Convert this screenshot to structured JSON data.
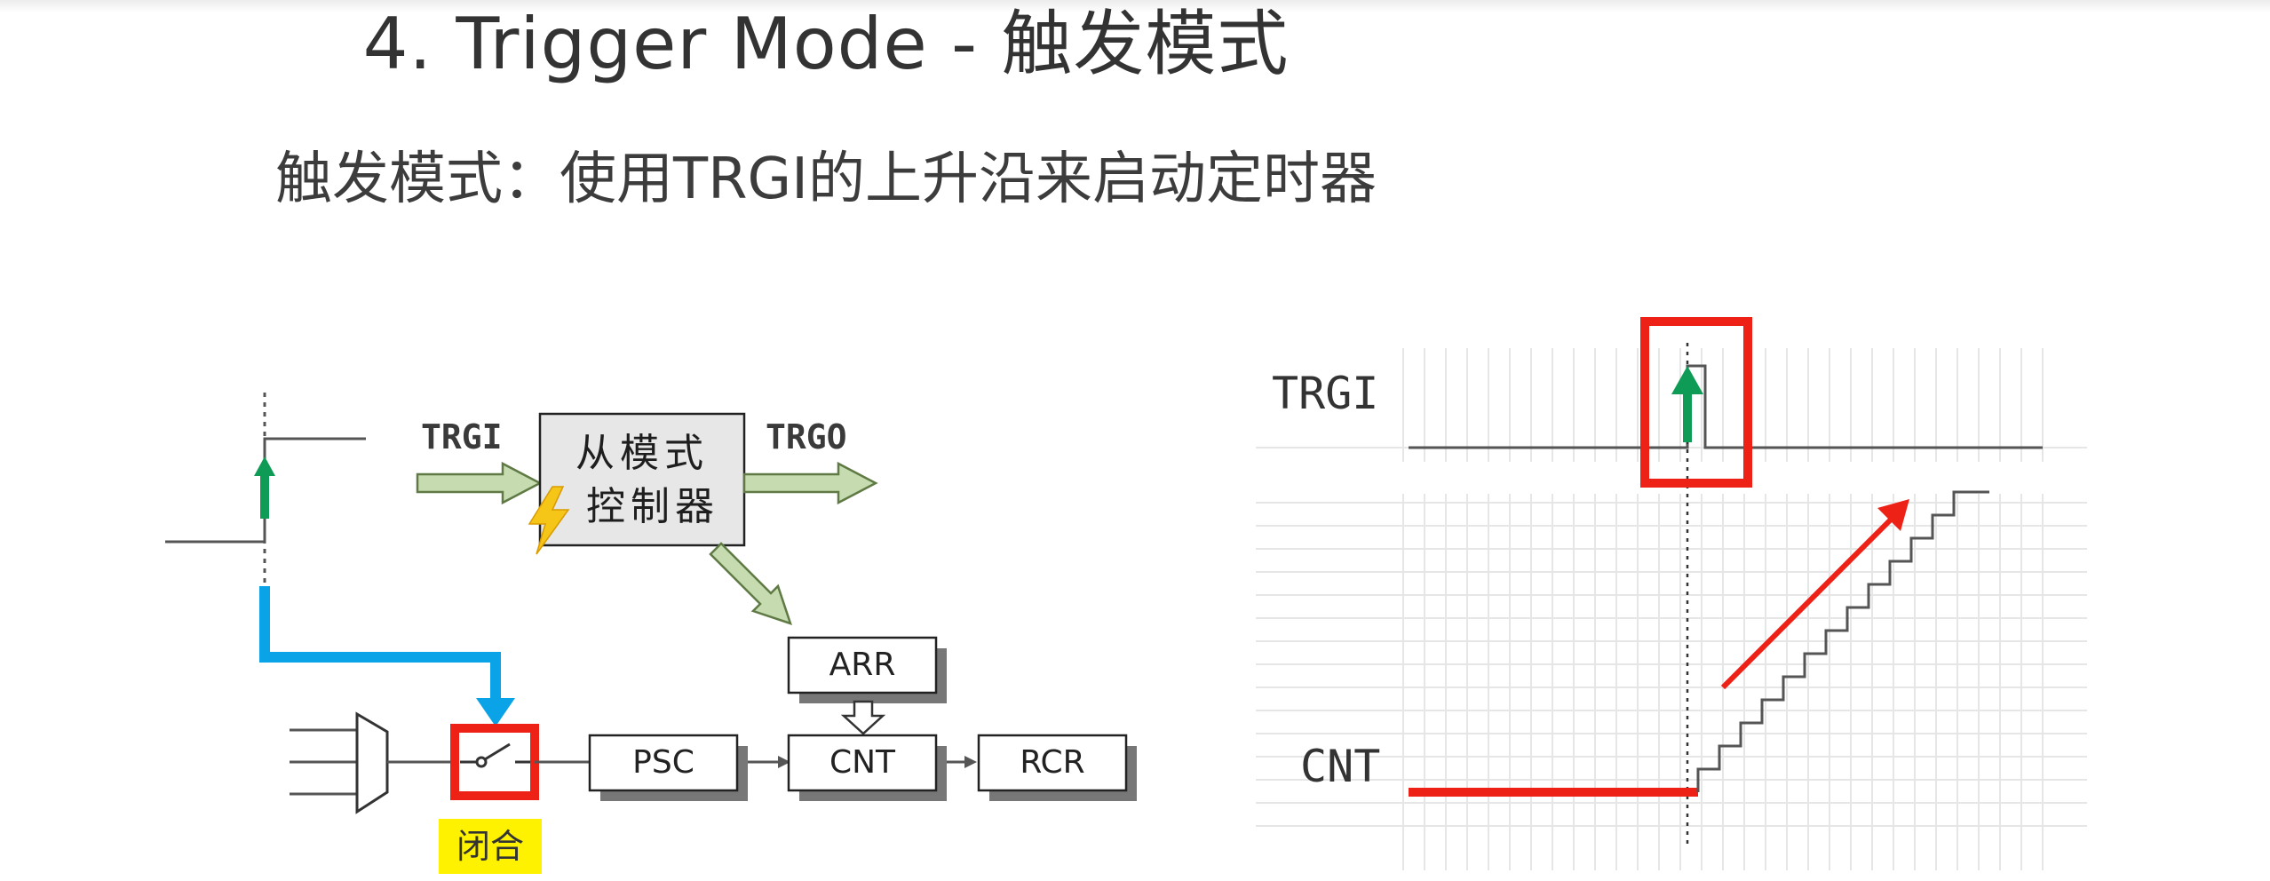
{
  "title": "4. Trigger Mode - 触发模式",
  "subtitle": "触发模式：使用TRGI的上升沿来启动定时器",
  "block_diagram": {
    "input_label": "TRGI",
    "output_label": "TRGO",
    "controller_line1": "从模式",
    "controller_line2": "控制器",
    "arr": "ARR",
    "psc": "PSC",
    "cnt": "CNT",
    "rcr": "RCR",
    "switch_state": "闭合"
  },
  "timing_diagram": {
    "trgi_label": "TRGI",
    "cnt_label": "CNT"
  },
  "colors": {
    "arrow_green_fill": "#c6dbb0",
    "arrow_green_stroke": "#5f7a45",
    "rising_edge_arrow": "#0e9b55",
    "blue_path": "#0aa3e8",
    "highlight_red": "#ee2116",
    "badge_yellow": "#fff200",
    "controller_fill": "#e7e7e7",
    "lightning": "#f5c518"
  }
}
